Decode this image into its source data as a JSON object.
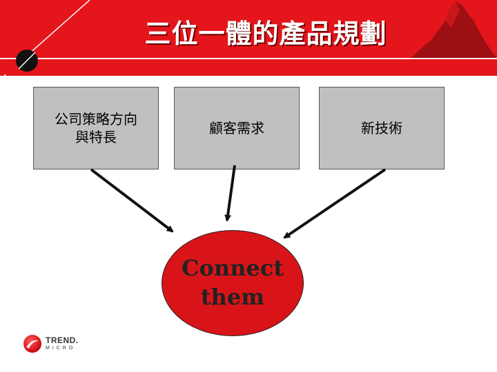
{
  "slide": {
    "title": "三位一體的產品規劃",
    "boxes": [
      "公司策略方向\n與特長",
      "顧客需求",
      "新技術"
    ],
    "center_line1": "Connect",
    "center_line2": "them"
  },
  "logo": {
    "brand_line1": "TREND.",
    "brand_line2": "MICRO"
  },
  "colors": {
    "header_red": "#e4151b",
    "box_gray": "#c0c0c0",
    "ellipse_red": "#d81418"
  }
}
